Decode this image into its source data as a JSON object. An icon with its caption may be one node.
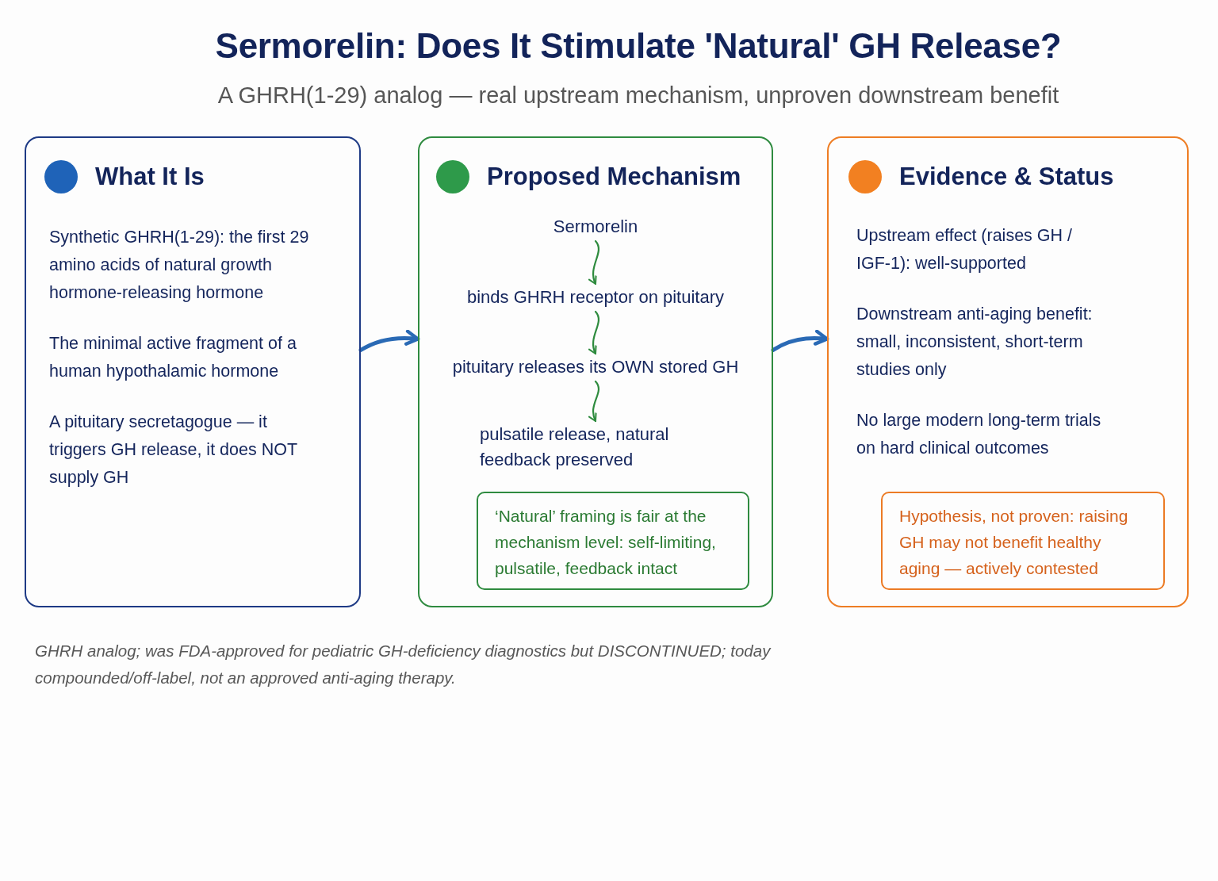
{
  "diagram": {
    "title": "Sermorelin: Does It Stimulate 'Natural' GH Release?",
    "caption": "GHRH analog; was FDA-approved for pediatric GH-deficiency diagnostics but DISCONTINUED; today compounded/off-label, not an approved anti-aging therapy.",
    "nodes": [
      {
        "text": [
          "What It Is",
          "Synthetic GHRH(1-29): the first 29 amino acids of natural growth hormone-releasing hormone",
          "The minimal active fragment of a human hypothalamic hormone",
          "A pituitary secretagogue — it triggers GH release, it does NOT supply GH"
        ]
      },
      {
        "text": [
          "Proposed Mechanism"
        ]
      },
      {
        "text": [
          "Sermorelin"
        ],
        "in": 1
      },
      {
        "text": [
          "binds GHRH receptor on pituitary"
        ],
        "in": 1
      },
      {
        "text": [
          "pituitary releases its OWN stored GH"
        ],
        "in": 1
      },
      {
        "text": [
          "pulsatile release, natural feedback preserved"
        ],
        "in": 1
      },
      {
        "text": [
          "‘Natural’ framing is fair at the mechanism level: self-limiting, pulsatile, feedback intact"
        ],
        "in": 1
      },
      {
        "text": [
          "Evidence & Status",
          "Upstream effect (raises GH / IGF-1): well-supported",
          "Downstream anti-aging benefit: small, inconsistent, short-term studies only",
          "No large modern long-term trials on hard clinical outcomes"
        ]
      },
      {
        "text": [
          "Hypothesis, not proven: raising GH may not benefit healthy aging — actively contested"
        ],
        "in": 7
      }
    ],
    "edges": [
      {
        "from": 0,
        "to": 1,
        "arrow": "to",
        "style": "thick",
        "color": "#2a6ab5"
      },
      {
        "from": 1,
        "to": 7,
        "arrow": "to",
        "style": "thick",
        "color": "#2a6ab5"
      },
      {
        "from": 2,
        "to": 3,
        "arrow": "to"
      },
      {
        "from": 3,
        "to": 4,
        "arrow": "to"
      },
      {
        "from": 4,
        "to": 5,
        "arrow": "to"
      }
    ],
    "labels": [
      "A GHRH(1-29) analog — real upstream mechanism, unproven downstream benefit"
    ]
  }
}
